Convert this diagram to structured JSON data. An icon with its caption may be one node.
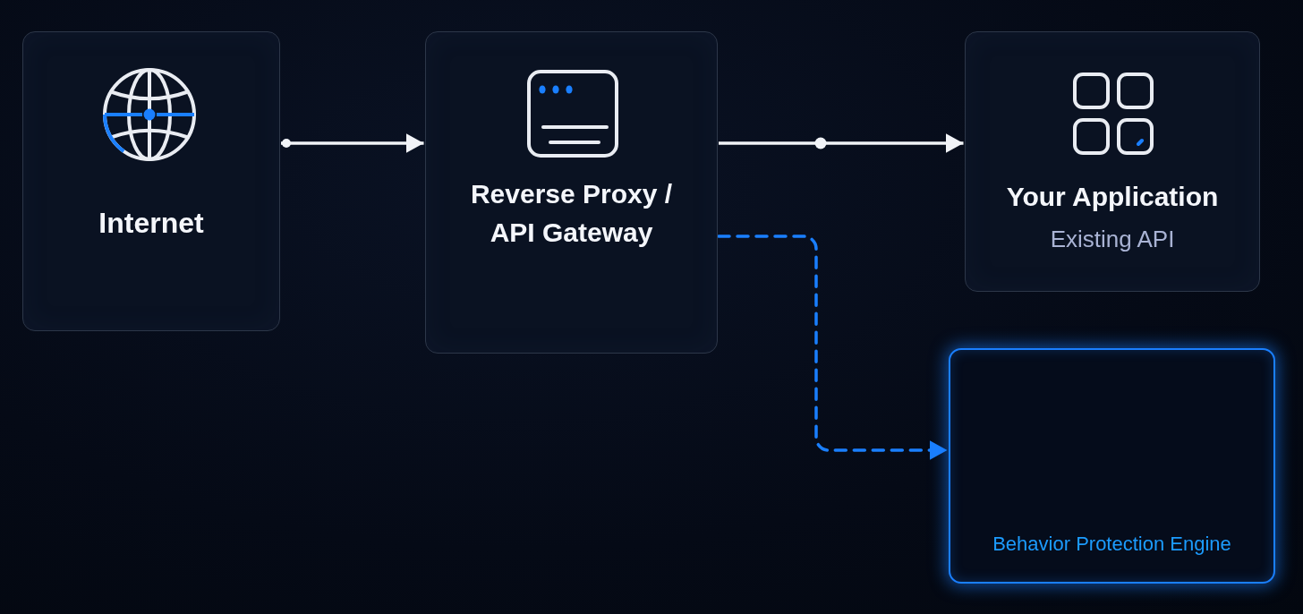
{
  "diagram": {
    "nodes": [
      {
        "text": [
          "Internet"
        ]
      },
      {
        "text": [
          "Reverse Proxy / API Gateway"
        ]
      },
      {
        "text": [
          "Your Application",
          "Existing API"
        ]
      },
      {
        "text": [
          "Behavior Protection Engine"
        ]
      }
    ],
    "edges": [
      {
        "from": 0,
        "to": 1,
        "arrow": "to"
      },
      {
        "from": 1,
        "to": 2,
        "arrow": "to"
      },
      {
        "from": 1,
        "to": 3,
        "arrow": "to",
        "style": "dashed",
        "color": "#1a7fff"
      }
    ]
  }
}
